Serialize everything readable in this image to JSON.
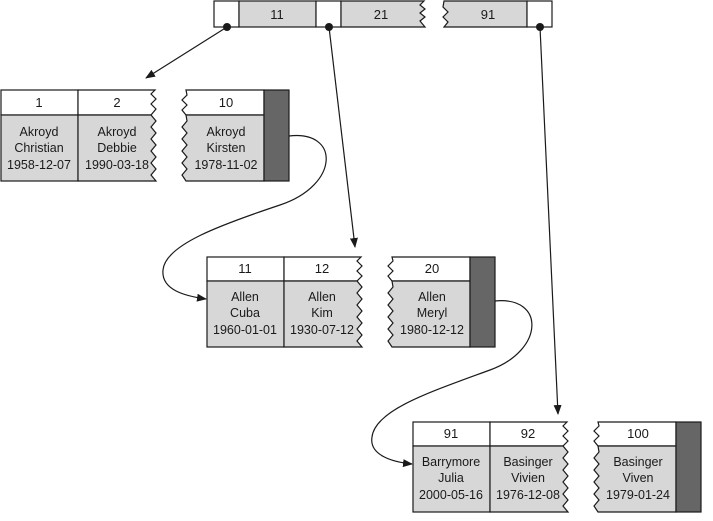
{
  "root": {
    "keys": [
      "11",
      "21",
      "91"
    ]
  },
  "leaves": [
    {
      "columns": [
        {
          "key": "1",
          "last": "Akroyd",
          "first": "Christian",
          "date": "1958-12-07"
        },
        {
          "key": "2",
          "last": "Akroyd",
          "first": "Debbie",
          "date": "1990-03-18"
        },
        {
          "key": "10",
          "last": "Akroyd",
          "first": "Kirsten",
          "date": "1978-11-02"
        }
      ]
    },
    {
      "columns": [
        {
          "key": "11",
          "last": "Allen",
          "first": "Cuba",
          "date": "1960-01-01"
        },
        {
          "key": "12",
          "last": "Allen",
          "first": "Kim",
          "date": "1930-07-12"
        },
        {
          "key": "20",
          "last": "Allen",
          "first": "Meryl",
          "date": "1980-12-12"
        }
      ]
    },
    {
      "columns": [
        {
          "key": "91",
          "last": "Barrymore",
          "first": "Julia",
          "date": "2000-05-16"
        },
        {
          "key": "92",
          "last": "Basinger",
          "first": "Vivien",
          "date": "1976-12-08"
        },
        {
          "key": "100",
          "last": "Basinger",
          "first": "Viven",
          "date": "1979-01-24"
        }
      ]
    }
  ]
}
